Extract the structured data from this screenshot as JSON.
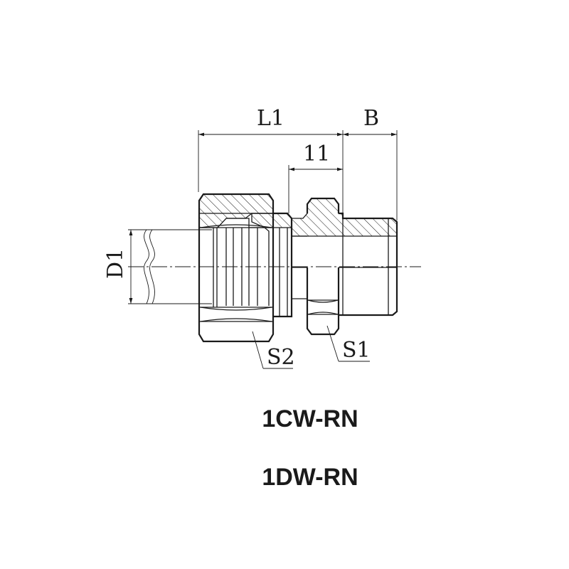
{
  "labels": {
    "l1": "L1",
    "b": "B",
    "l1_sub": "11",
    "d1": "D1",
    "s1": "S1",
    "s2": "S2"
  },
  "part_codes": [
    "1CW-RN",
    "1DW-RN"
  ],
  "colors": {
    "line": "#1a1a1a",
    "background": "#ffffff"
  }
}
